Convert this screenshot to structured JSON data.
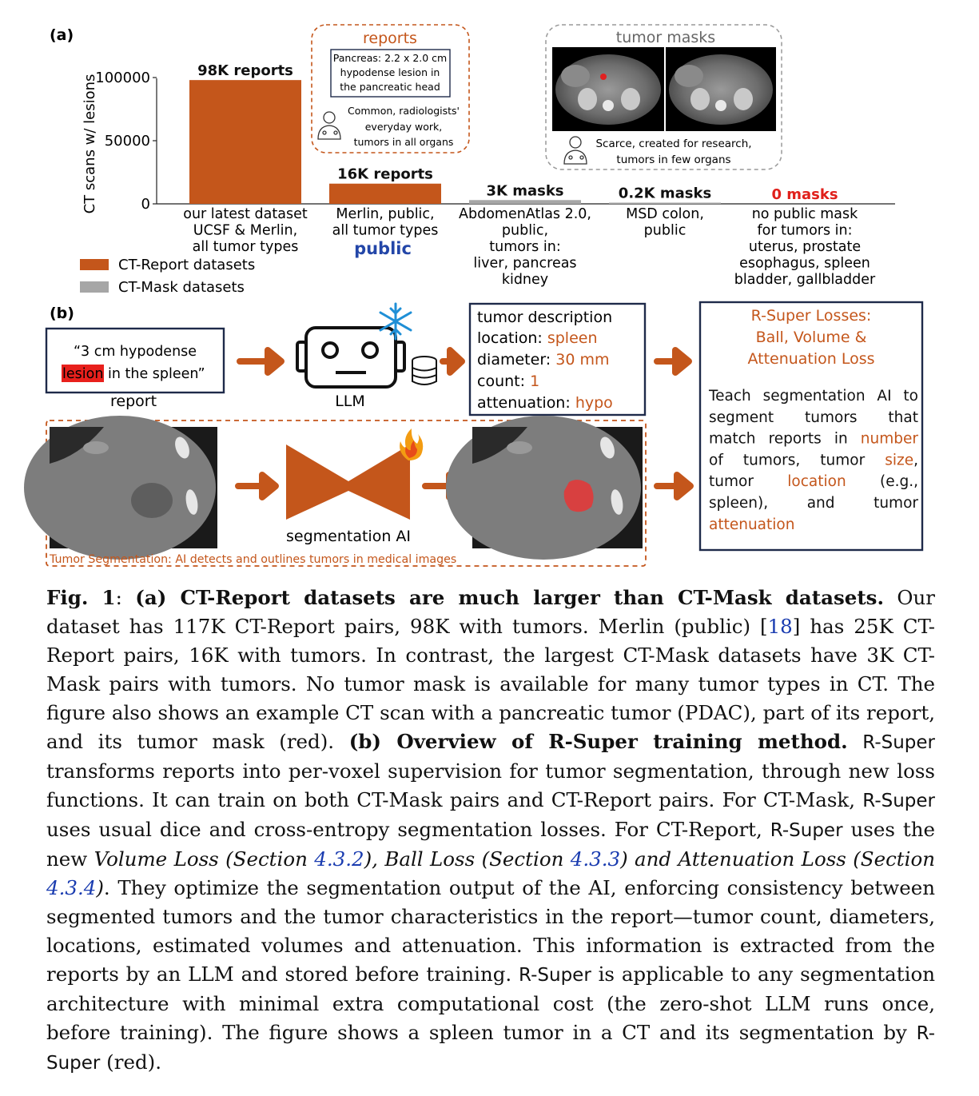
{
  "panel_a": {
    "label": "(a)",
    "legend": [
      "CT-Report datasets",
      "CT-Mask datasets"
    ],
    "reports_box": {
      "title": "reports",
      "excerpt": [
        "Pancreas: 2.2 x 2.0 cm",
        "hypodense lesion in",
        "the pancreatic head"
      ],
      "note": [
        "Common, radiologists'",
        "everyday work,",
        "tumors in all organs"
      ]
    },
    "masks_box": {
      "title": "tumor masks",
      "note": [
        "Scarce, created for research,",
        "tumors in few organs"
      ]
    },
    "public_label": "public"
  },
  "chart_data": {
    "type": "bar",
    "ylabel": "CT scans w/ lesions",
    "ylim": [
      0,
      110000
    ],
    "yticks": [
      {
        "value": 0,
        "label": "0"
      },
      {
        "value": 50000,
        "label": "50000"
      },
      {
        "value": 100000,
        "label": "100000"
      }
    ],
    "bars": [
      {
        "value": 98000,
        "series": "CT-Report datasets",
        "color": "#c4561b",
        "label": "98K reports",
        "label_color": "#111111",
        "caption": [
          "our latest dataset",
          "UCSF & Merlin,",
          "all tumor types"
        ]
      },
      {
        "value": 16000,
        "series": "CT-Report datasets",
        "color": "#c4561b",
        "label": "16K reports",
        "label_color": "#111111",
        "caption": [
          "Merlin, public,",
          "all tumor types"
        ]
      },
      {
        "value": 3000,
        "series": "CT-Mask datasets",
        "color": "#a6a6a6",
        "label": "3K masks",
        "label_color": "#111111",
        "caption": [
          "AbdomenAtlas 2.0,",
          "public,",
          "tumors in:",
          "liver, pancreas",
          "kidney"
        ]
      },
      {
        "value": 200,
        "series": "CT-Mask datasets",
        "color": "#a6a6a6",
        "label": "0.2K masks",
        "label_color": "#111111",
        "caption": [
          "MSD colon,",
          "public"
        ]
      },
      {
        "value": 0,
        "series": "CT-Mask datasets",
        "color": "#a6a6a6",
        "label": "0 masks",
        "label_color": "#e0201b",
        "caption": [
          "no public mask",
          "for tumors in:",
          "uterus, prostate",
          "esophagus, spleen",
          "bladder, gallbladder"
        ]
      }
    ]
  },
  "panel_b": {
    "label": "(b)",
    "report_quote_1": "“3 cm hypodense",
    "report_quote_2_hl": "lesion",
    "report_quote_2_rest": " in the spleen”",
    "report_label": "report",
    "llm_label": "LLM",
    "tumor_desc": {
      "title": "tumor description",
      "rows": [
        {
          "key": "location:",
          "value": "spleen"
        },
        {
          "key": "diameter:",
          "value": "30 mm"
        },
        {
          "key": "count:",
          "value": "1"
        },
        {
          "key": "attenuation:",
          "value": "hypo"
        }
      ]
    },
    "losses": {
      "title": [
        "R-Super Losses:",
        "Ball, Volume &",
        "Attenuation Loss"
      ],
      "text_lines": [
        [
          {
            "t": "Teach segmentation AI to",
            "c": "k"
          }
        ],
        [
          {
            "t": "segment tumors that",
            "c": "k"
          }
        ],
        [
          {
            "t": "match reports in ",
            "c": "k"
          },
          {
            "t": "number",
            "c": "o"
          }
        ],
        [
          {
            "t": "of tumors, tumor ",
            "c": "k"
          },
          {
            "t": "size",
            "c": "o"
          },
          {
            "t": ",",
            "c": "k"
          }
        ],
        [
          {
            "t": "tumor ",
            "c": "k"
          },
          {
            "t": "location",
            "c": "o"
          },
          {
            "t": " (e.g.,",
            "c": "k"
          }
        ],
        [
          {
            "t": "spleen), and tumor",
            "c": "k"
          }
        ],
        [
          {
            "t": "attenuation",
            "c": "o"
          }
        ]
      ]
    },
    "seg_label": "segmentation AI",
    "seg_caption": "Tumor Segmentation: AI detects and outlines tumors in medical images"
  },
  "caption": {
    "fig": "Fig. 1",
    "a_title": "(a) CT-Report datasets are much larger than CT-Mask datasets.",
    "t1": "Our dataset has 117K CT-Report pairs, 98K with tumors. Merlin (public) [",
    "ref18": "18",
    "t2": "] has 25K CT-Report pairs, 16K with tumors. In contrast, the largest CT-Mask datasets have 3K CT-Mask pairs with tumors. No tumor mask is available for many tumor types in CT. The figure also shows an example CT scan with a pancreatic tumor (PDAC), part of its report, and its tumor mask (red).",
    "b_title": "(b) Overview of R-Super training method.",
    "rsuper": "R-Super",
    "t3": " transforms reports into per-voxel supervision for tumor segmentation, through new loss functions. It can train on both CT-Mask pairs and CT-Report pairs. For CT-Mask, ",
    "t4": " uses usual dice and cross-entropy segmentation losses. For CT-Report, ",
    "t5": " uses the new ",
    "i1": "Volume Loss (Section ",
    "r1": "4.3.2",
    "i2": "), Ball Loss (Section ",
    "r2": "4.3.3",
    "i3": ") and Attenuation Loss (Section ",
    "r3": "4.3.4",
    "i4": ")",
    "t6": ". They optimize the segmentation output of the AI, enforcing consistency between segmented tumors and the tumor characteristics in the report—tumor count, diameters, locations, estimated volumes and attenuation. This information is extracted from the reports by an LLM and stored before training. ",
    "t7": " is applicable to any segmentation architecture with minimal extra computational cost (the zero-shot LLM runs once, before training). The figure shows a spleen tumor in a CT and its segmentation by ",
    "t8": " (red)."
  },
  "colors": {
    "orange": "#c4561b",
    "gray": "#a6a6a6",
    "navy": "#1e2a4a",
    "blue_public": "#2346a8",
    "red": "#e0201b"
  }
}
